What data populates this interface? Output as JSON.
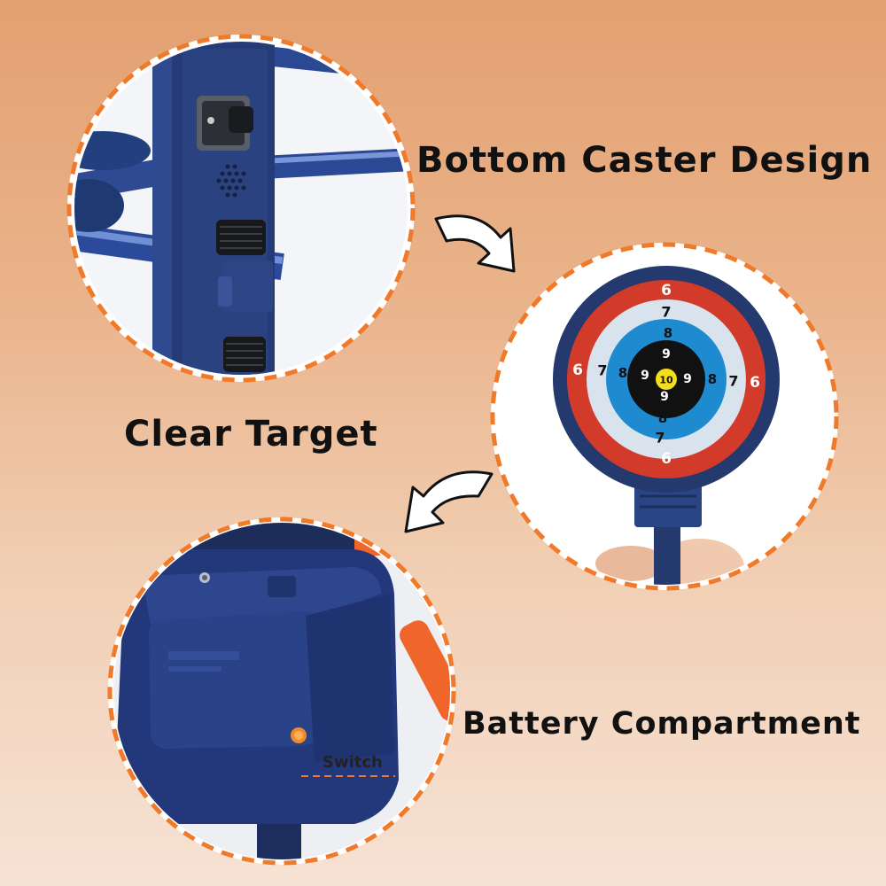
{
  "features": {
    "caster": {
      "title": "Bottom Caster Design"
    },
    "target": {
      "title": "Clear Target",
      "ring_numbers": {
        "outer": "6",
        "middle": "7",
        "inner": "8",
        "core": "9",
        "center": "10"
      }
    },
    "battery": {
      "title": "Battery Compartment",
      "switch_label": "Switch"
    }
  },
  "colors": {
    "accent_dash": "#f07a2a",
    "product_blue": "#24396e",
    "ring_red": "#d23a2a",
    "ring_light": "#d9e3ee",
    "ring_blue": "#1e8bd0",
    "ring_black": "#111111",
    "center_yellow": "#f3de1a",
    "peg_orange": "#f0652a"
  },
  "icons": [
    "curved-arrow-right-down",
    "curved-arrow-left-down"
  ]
}
